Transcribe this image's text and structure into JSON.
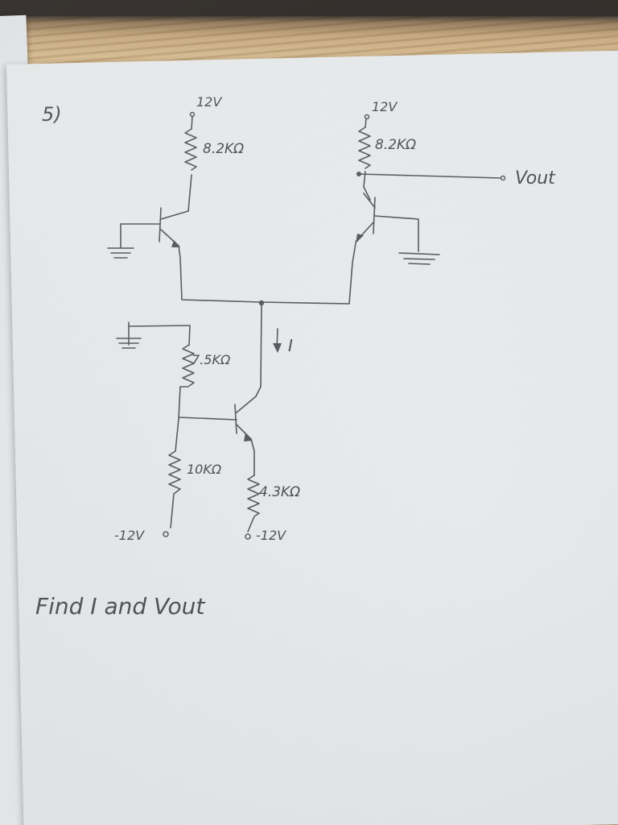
{
  "problem": {
    "number": "5)",
    "question": "Find I and Vout"
  },
  "circuit": {
    "supply_pos_left": "12V",
    "supply_pos_right": "12V",
    "collector_resistor_left": "8.2KΩ",
    "collector_resistor_right": "8.2KΩ",
    "output_label": "Vout",
    "bias_resistor_top": "7.5KΩ",
    "bias_resistor_bottom": "10KΩ",
    "emitter_resistor": "4.3KΩ",
    "supply_neg_left": "-12V",
    "supply_neg_right": "-12V",
    "current_label": "I"
  },
  "colors": {
    "pencil": "#4a4d52",
    "paper": "#eceef0",
    "desk": "#d2b384"
  }
}
